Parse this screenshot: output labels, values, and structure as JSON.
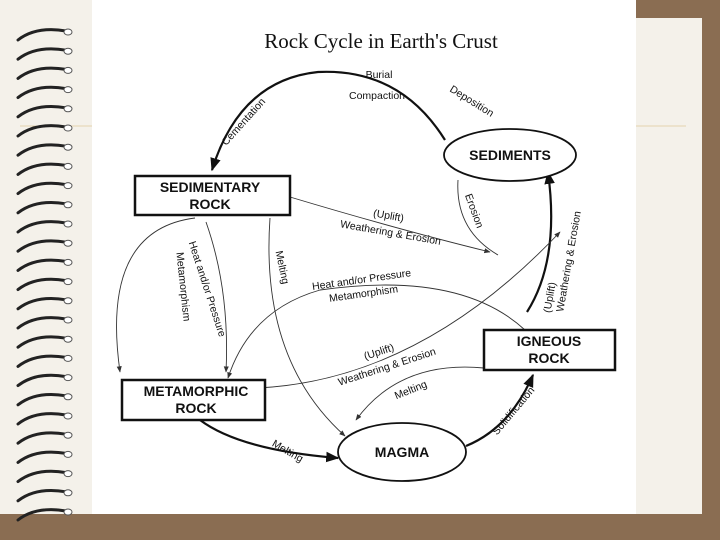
{
  "title": "Rock Cycle in Earth's Crust",
  "nodes": {
    "sediments": "SEDIMENTS",
    "sedimentary_line1": "SEDIMENTARY",
    "sedimentary_line2": "ROCK",
    "metamorphic_line1": "METAMORPHIC",
    "metamorphic_line2": "ROCK",
    "igneous_line1": "IGNEOUS",
    "igneous_line2": "ROCK",
    "magma": "MAGMA"
  },
  "processes": {
    "burial": "Burial",
    "compaction": "Compaction",
    "deposition": "Deposition",
    "cementation": "Cementation",
    "erosion": "Erosion",
    "uplift_sed": "(Uplift)",
    "weathering_sed": "Weathering & Erosion",
    "heat_pressure_vertical": "Heat and/or Pressure",
    "metamorphism_vertical": "Metamorphism",
    "melting_sed": "Melting",
    "heat_pressure_igneous": "Heat and/or Pressure",
    "metamorphism_igneous": "Metamorphism",
    "uplift_meta": "(Uplift)",
    "weathering_meta": "Weathering & Erosion",
    "uplift_igneous": "(Uplift)",
    "weathering_igneous": "Weathering & Erosion",
    "melting_igneous": "Melting",
    "solidification": "Solidification",
    "melting_meta": "Melting"
  }
}
